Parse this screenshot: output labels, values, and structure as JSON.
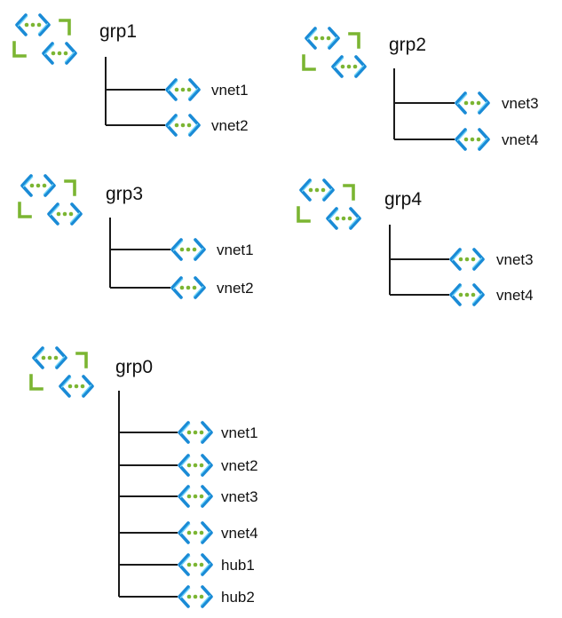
{
  "colors": {
    "chevron": "#1a8bd6",
    "chevron_light": "#6fd3f7",
    "dot": "#7bb532",
    "bracket": "#7bb532",
    "line": "#1a1a1a",
    "text": "#111111"
  },
  "groups": [
    {
      "id": "grp1",
      "label": "grp1",
      "icon": "network-group-icon",
      "vnets": [
        {
          "label": "vnet1",
          "icon": "vnet-icon"
        },
        {
          "label": "vnet2",
          "icon": "vnet-icon"
        }
      ]
    },
    {
      "id": "grp2",
      "label": "grp2",
      "icon": "network-group-icon",
      "vnets": [
        {
          "label": "vnet3",
          "icon": "vnet-icon"
        },
        {
          "label": "vnet4",
          "icon": "vnet-icon"
        }
      ]
    },
    {
      "id": "grp3",
      "label": "grp3",
      "icon": "network-group-icon",
      "vnets": [
        {
          "label": "vnet1",
          "icon": "vnet-icon"
        },
        {
          "label": "vnet2",
          "icon": "vnet-icon"
        }
      ]
    },
    {
      "id": "grp4",
      "label": "grp4",
      "icon": "network-group-icon",
      "vnets": [
        {
          "label": "vnet3",
          "icon": "vnet-icon"
        },
        {
          "label": "vnet4",
          "icon": "vnet-icon"
        }
      ]
    },
    {
      "id": "grp0",
      "label": "grp0",
      "icon": "network-group-icon",
      "vnets": [
        {
          "label": "vnet1",
          "icon": "vnet-icon"
        },
        {
          "label": "vnet2",
          "icon": "vnet-icon"
        },
        {
          "label": "vnet3",
          "icon": "vnet-icon"
        },
        {
          "label": "vnet4",
          "icon": "vnet-icon"
        },
        {
          "label": "hub1",
          "icon": "vnet-icon"
        },
        {
          "label": "hub2",
          "icon": "vnet-icon"
        }
      ]
    }
  ]
}
